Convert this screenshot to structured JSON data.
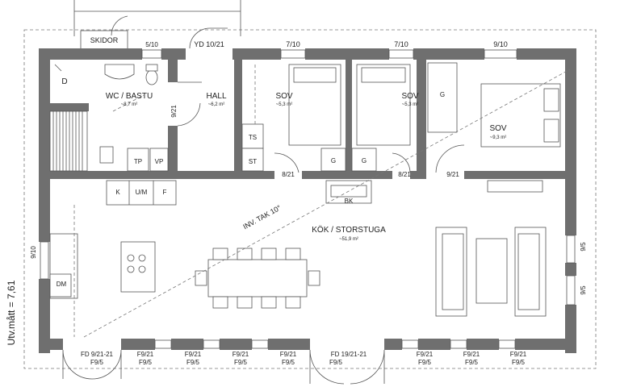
{
  "rooms": {
    "skidor": "SKIDOR",
    "d": "D",
    "wc": "WC / BASTU",
    "wc_area": "~8,7 m²",
    "hall": "HALL",
    "hall_area": "~6,2 m²",
    "sov1": "SOV",
    "sov1_area": "~5,3 m²",
    "sov2": "SOV",
    "sov2_area": "~5,3 m²",
    "sov3": "SOV",
    "sov3_area": "~9,3 m²",
    "kok": "KÖK / STORSTUGA",
    "kok_area": "~51,9 m²"
  },
  "fixtures": {
    "tp": "TP",
    "vp": "VP",
    "ts": "TS",
    "st": "ST",
    "g1": "G",
    "g2": "G",
    "g3": "G",
    "k": "K",
    "um": "U/M",
    "f": "F",
    "bk": "BK",
    "dm": "DM"
  },
  "openings": {
    "top_5_10": "5/10",
    "top_yd": "YD 10/21",
    "top_7_10a": "7/10",
    "top_7_10b": "7/10",
    "top_9_10": "9/10",
    "hall_door": "9/21",
    "door_8_21a": "8/21",
    "door_8_21b": "8/21",
    "door_9_21": "9/21",
    "left_9_10": "9/10",
    "right_9_5a": "9/5",
    "right_9_5b": "9/5",
    "fd1_top": "FD 9/21-21",
    "fd1_bot": "F9/5",
    "b2_top": "F9/21",
    "b2_bot": "F9/5",
    "b3_top": "F9/21",
    "b3_bot": "F9/5",
    "b4_top": "F9/21",
    "b4_bot": "F9/5",
    "b5_top": "F9/21",
    "b5_bot": "F9/5",
    "fd2_top": "FD 19/21-21",
    "fd2_bot": "F9/5",
    "b7_top": "F9/21",
    "b7_bot": "F9/5",
    "b8_top": "F9/21",
    "b8_bot": "F9/5",
    "b9_top": "F9/21",
    "b9_bot": "F9/5"
  },
  "annotations": {
    "ceiling": "INV. TAK 10°",
    "dimension": "Utv.mått = 7,61"
  }
}
